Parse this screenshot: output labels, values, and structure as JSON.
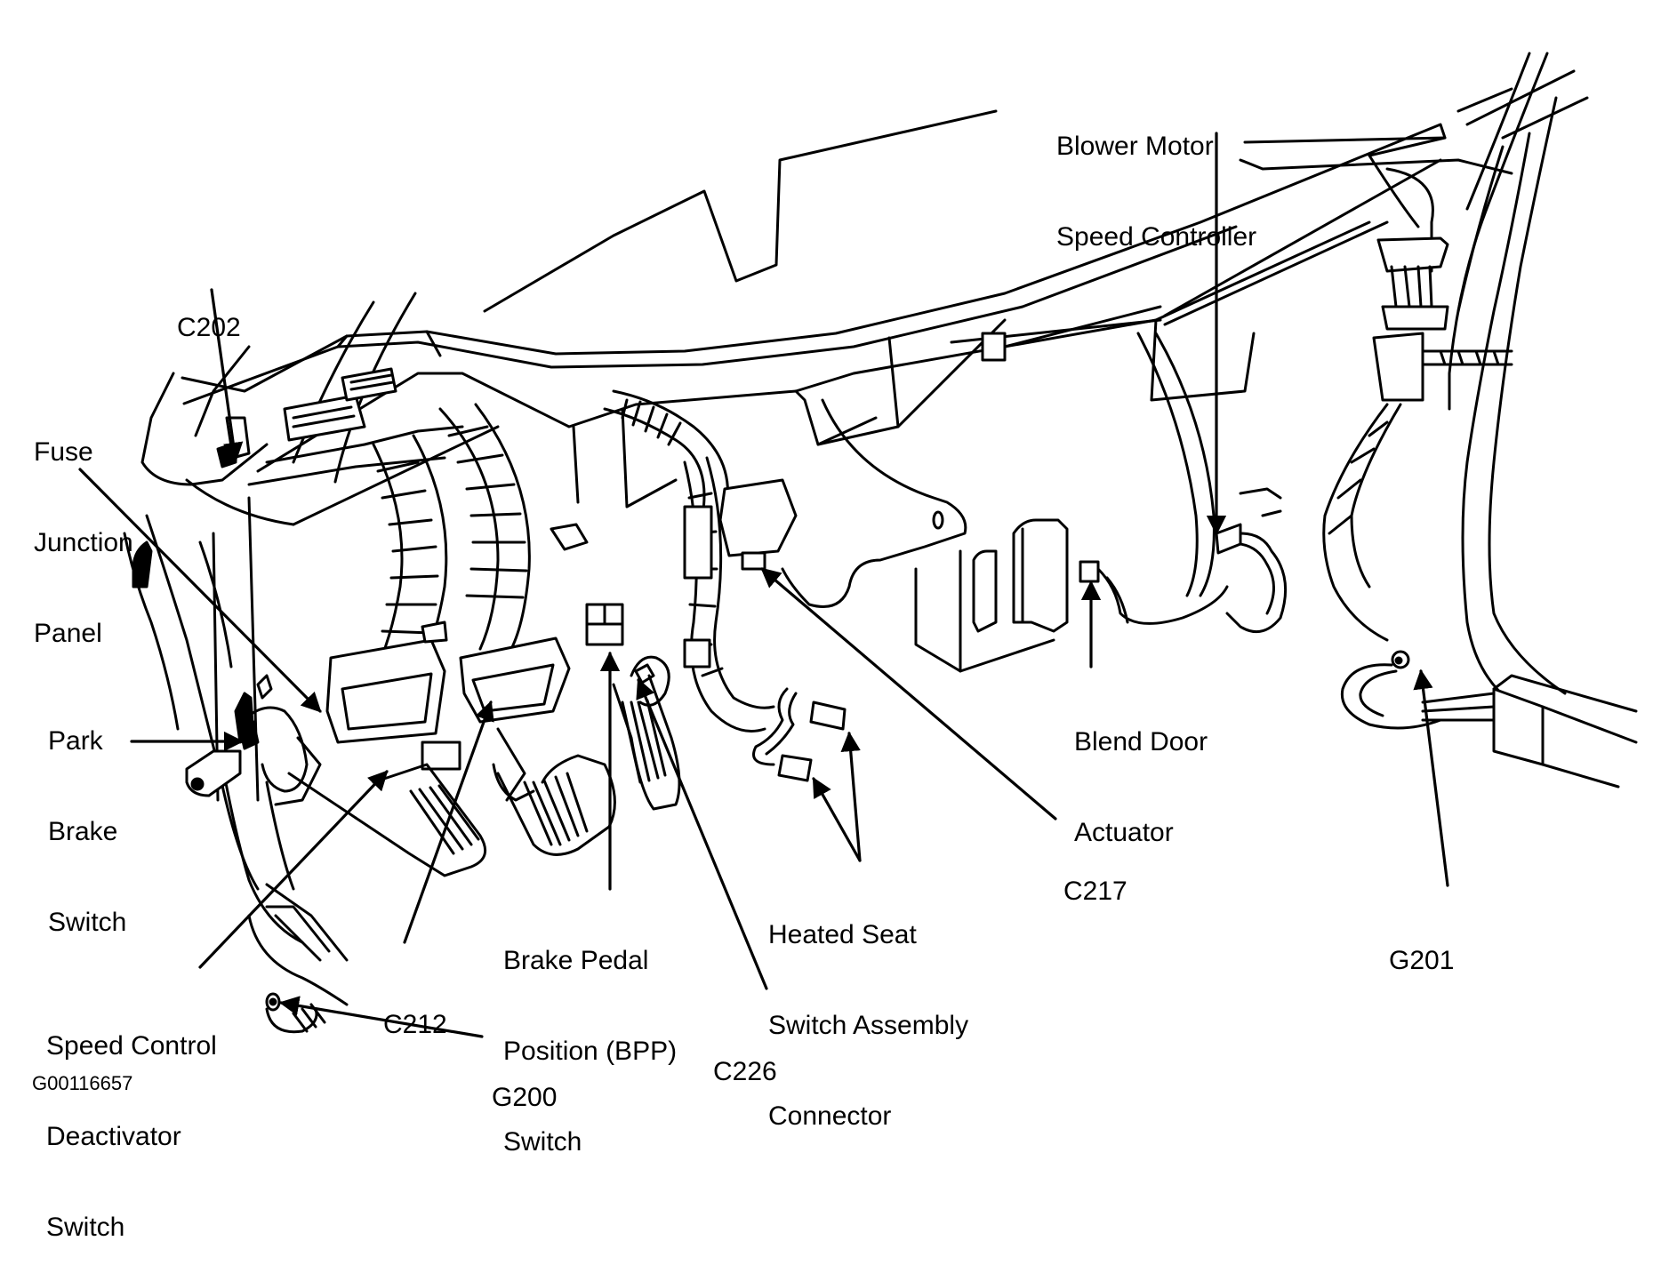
{
  "diagram": {
    "title": "Instrument panel wiring harness component locations",
    "figure_id": "G00116657",
    "line_color": "#000000",
    "background_color": "#ffffff",
    "labels": {
      "c202": {
        "lines": [
          "C202"
        ],
        "points_to": "connector at fuse junction panel"
      },
      "fuse_junction_panel": {
        "lines": [
          "Fuse",
          "Junction",
          "Panel"
        ],
        "points_to": "fuse junction panel connector block"
      },
      "park_brake_switch": {
        "lines": [
          "Park",
          "Brake",
          "Switch"
        ],
        "points_to": "park brake switch"
      },
      "speed_control_deactivator_switch": {
        "lines": [
          "Speed Control",
          "Deactivator",
          "Switch"
        ],
        "points_to": "connector near brake pedal bracket"
      },
      "c212": {
        "lines": [
          "C212"
        ],
        "points_to": "harness connector"
      },
      "bpp_switch": {
        "lines": [
          "Brake Pedal",
          "Position (BPP)",
          "Switch"
        ],
        "points_to": "brake pedal position switch"
      },
      "c226": {
        "lines": [
          "C226"
        ],
        "points_to": "harness connector"
      },
      "g200": {
        "lines": [
          "G200"
        ],
        "points_to": "ground point at lower left"
      },
      "heated_seat_connector": {
        "lines": [
          "Heated Seat",
          "Switch Assembly",
          "Connector"
        ],
        "points_to": "two connectors (double arrow)"
      },
      "c217": {
        "lines": [
          "C217"
        ],
        "points_to": "harness connector"
      },
      "blend_door_actuator": {
        "lines": [
          "Blend Door",
          "Actuator"
        ],
        "points_to": "blend door actuator connector"
      },
      "blower_motor_speed_controller": {
        "lines": [
          "Blower Motor",
          "Speed Controller"
        ],
        "points_to": "blower motor speed controller connector"
      },
      "g201": {
        "lines": [
          "G201"
        ],
        "points_to": "ground point at right kick panel"
      }
    }
  }
}
